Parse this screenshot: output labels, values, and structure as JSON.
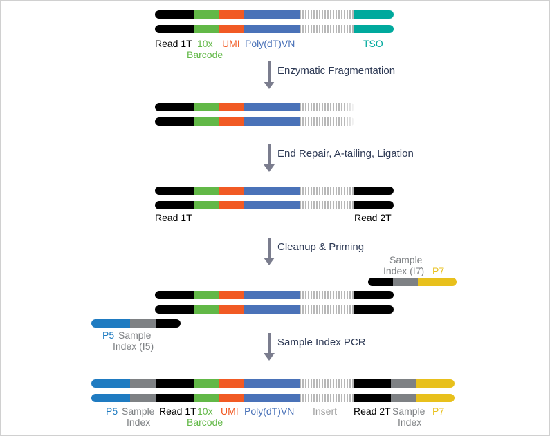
{
  "colors": {
    "read": "#000000",
    "barcode": "#62b847",
    "umi": "#f15a24",
    "polydt": "#4a72b8",
    "tso": "#00a99d",
    "sample_index": "#7e8184",
    "p5": "#1f7bc1",
    "p7": "#e8c01c",
    "insert": "#a0a0a0",
    "step": "#2e3a55",
    "arrow": "#7b7d8e"
  },
  "steps": [
    "Enzymatic Fragmentation",
    "End Repair, A-tailing, Ligation",
    "Cleanup & Priming",
    "Sample Index PCR"
  ],
  "labels": {
    "read1": "Read 1T",
    "tenx": "10x",
    "barcode": "Barcode",
    "umi": "UMI",
    "polydt": "Poly(dT)VN",
    "tso": "TSO",
    "read2": "Read 2T",
    "sample": "Sample",
    "index": "Index",
    "index_i7": "Index (I7)",
    "index_i5": "Index (I5)",
    "p5": "P5",
    "p7": "P7",
    "insert": "Insert"
  }
}
